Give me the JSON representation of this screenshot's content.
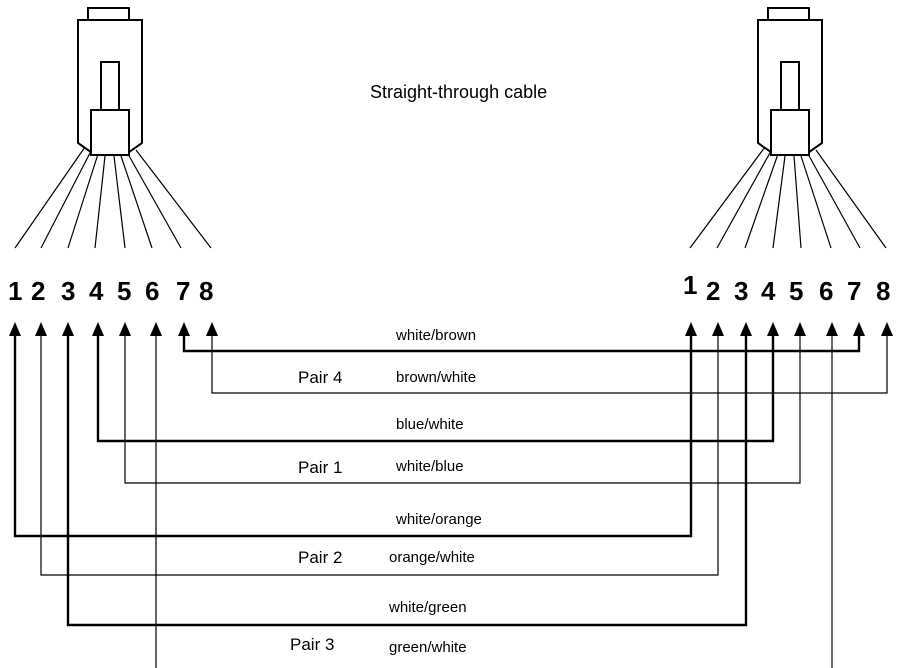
{
  "title": "Straight-through cable",
  "left_pins": [
    "1",
    "2",
    "3",
    "4",
    "5",
    "6",
    "7",
    "8"
  ],
  "right_pins": [
    "1",
    "2",
    "3",
    "4",
    "5",
    "6",
    "7",
    "8"
  ],
  "pairs": [
    {
      "name": "Pair 4",
      "wires": [
        "white/brown",
        "brown/white"
      ]
    },
    {
      "name": "Pair 1",
      "wires": [
        "blue/white",
        "white/blue"
      ]
    },
    {
      "name": "Pair 2",
      "wires": [
        "white/orange",
        "orange/white"
      ]
    },
    {
      "name": "Pair 3",
      "wires": [
        "white/green",
        "green/white"
      ]
    }
  ]
}
